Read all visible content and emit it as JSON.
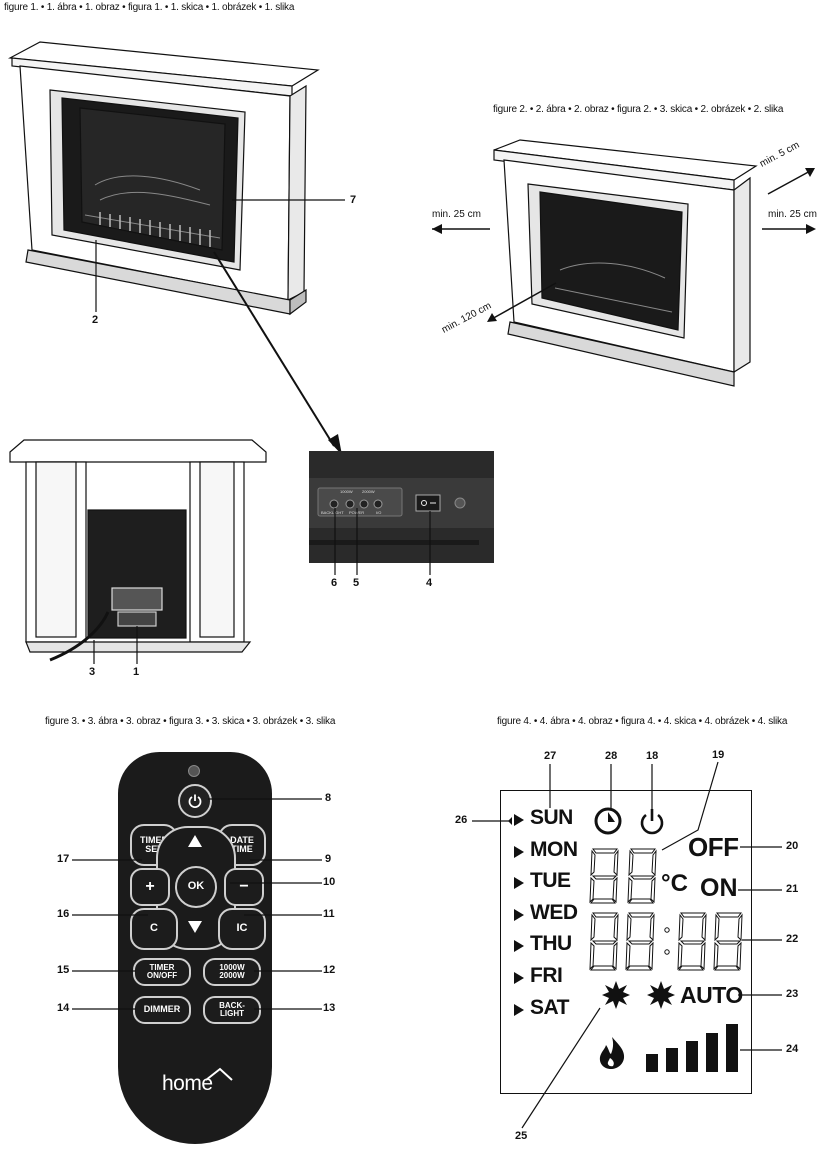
{
  "captions": {
    "fig1": "figure 1. • 1. ábra • 1. obraz • figura 1. • 1. skica • 1. obrázek • 1. slika",
    "fig2": "figure 2. • 2. ábra • 2. obraz • figura 2. • 3. skica • 2. obrázek • 2. slika",
    "fig3": "figure 3. • 3. ábra • 3. obraz • figura 3. • 3. skica • 3. obrázek • 3. slika",
    "fig4": "figure 4. • 4. ábra • 4. obraz • figura 4. • 4. skica • 4. obrázek • 4. slika"
  },
  "fig1": {
    "callouts": {
      "c1": "1",
      "c2": "2",
      "c3": "3",
      "c4": "4",
      "c5": "5",
      "c6": "6",
      "c7": "7"
    },
    "panel_labels": {
      "backlight": "BACKLIGHT",
      "power": "POWER",
      "io": "I/O",
      "w1": "1000W",
      "w2": "2000W"
    }
  },
  "fig2": {
    "left": "min. 25 cm",
    "right": "min. 25 cm",
    "top": "min. 5 cm",
    "front": "min. 120 cm"
  },
  "fig3": {
    "buttons": {
      "timer_set": [
        "TIMER",
        "SET"
      ],
      "date_time": [
        "DATE",
        "TIME"
      ],
      "plus": "+",
      "minus": "−",
      "ok": "OK",
      "c": "C",
      "ic": "IC",
      "timer_onoff": [
        "TIMER",
        "ON/OFF"
      ],
      "watt": [
        "1000W",
        "2000W"
      ],
      "dimmer": "DIMMER",
      "backlight": [
        "BACK-",
        "LIGHT"
      ]
    },
    "brand": "home",
    "callouts": {
      "c8": "8",
      "c9": "9",
      "c10": "10",
      "c11": "11",
      "c12": "12",
      "c13": "13",
      "c14": "14",
      "c15": "15",
      "c16": "16",
      "c17": "17"
    }
  },
  "fig4": {
    "days": [
      "SUN",
      "MON",
      "TUE",
      "WED",
      "THU",
      "FRI",
      "SAT"
    ],
    "off": "OFF",
    "on": "ON",
    "unit": "°C",
    "auto": "AUTO",
    "callouts": {
      "c18": "18",
      "c19": "19",
      "c20": "20",
      "c21": "21",
      "c22": "22",
      "c23": "23",
      "c24": "24",
      "c25": "25",
      "c26": "26",
      "c27": "27",
      "c28": "28"
    }
  }
}
